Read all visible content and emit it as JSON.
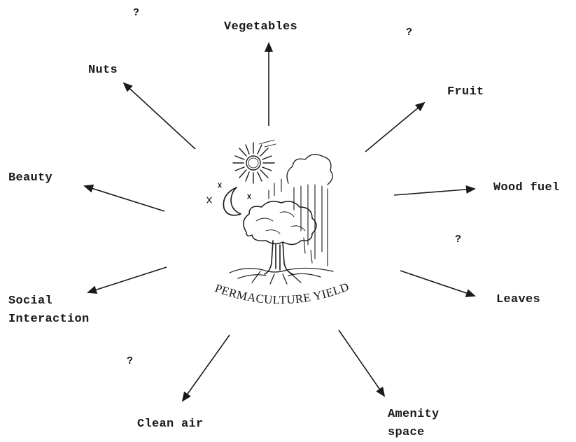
{
  "center": {
    "caption": "PERMACULTURE YIELD"
  },
  "yields": {
    "vegetables": "Vegetables",
    "fruit": "Fruit",
    "wood_fuel": "Wood fuel",
    "leaves": "Leaves",
    "amenity_space": "Amenity\nspace",
    "clean_air": "Clean air",
    "social_interaction": "Social\nInteraction",
    "beauty": "Beauty",
    "nuts": "Nuts"
  },
  "unknown_marker": "?"
}
